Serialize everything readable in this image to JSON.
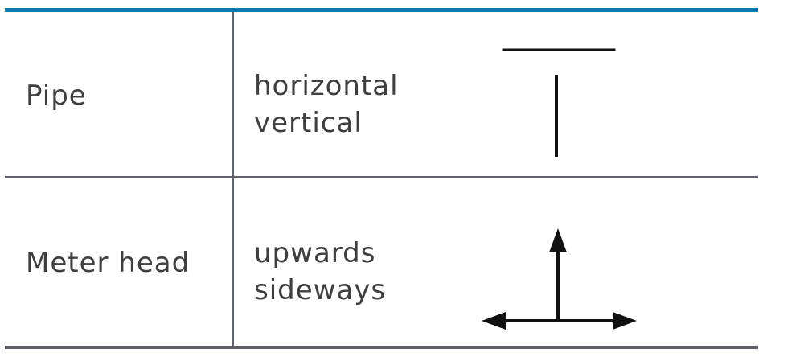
{
  "rows": [
    {
      "name": "Pipe",
      "descriptions": [
        "horizontal",
        "vertical"
      ],
      "symbol_icon": "pipe-orientation-icon"
    },
    {
      "name": "Meter head",
      "descriptions": [
        "upwards",
        "sideways"
      ],
      "symbol_icon": "meter-head-direction-icon"
    }
  ],
  "colors": {
    "top_rule": "#0b7ca3",
    "dividers": "#5f6368",
    "text": "#3f3f3f",
    "symbols": "#111111"
  }
}
